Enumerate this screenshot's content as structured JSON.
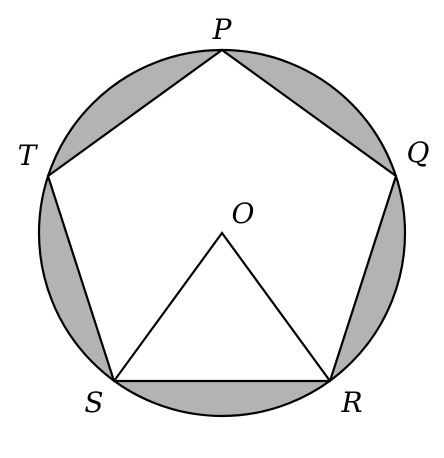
{
  "diagram": {
    "labels": {
      "P": "P",
      "Q": "Q",
      "R": "R",
      "S": "S",
      "T": "T",
      "O": "O"
    },
    "colors": {
      "shaded_segments": "#b3b3b3",
      "interior": "#ffffff",
      "stroke": "#000000"
    }
  }
}
